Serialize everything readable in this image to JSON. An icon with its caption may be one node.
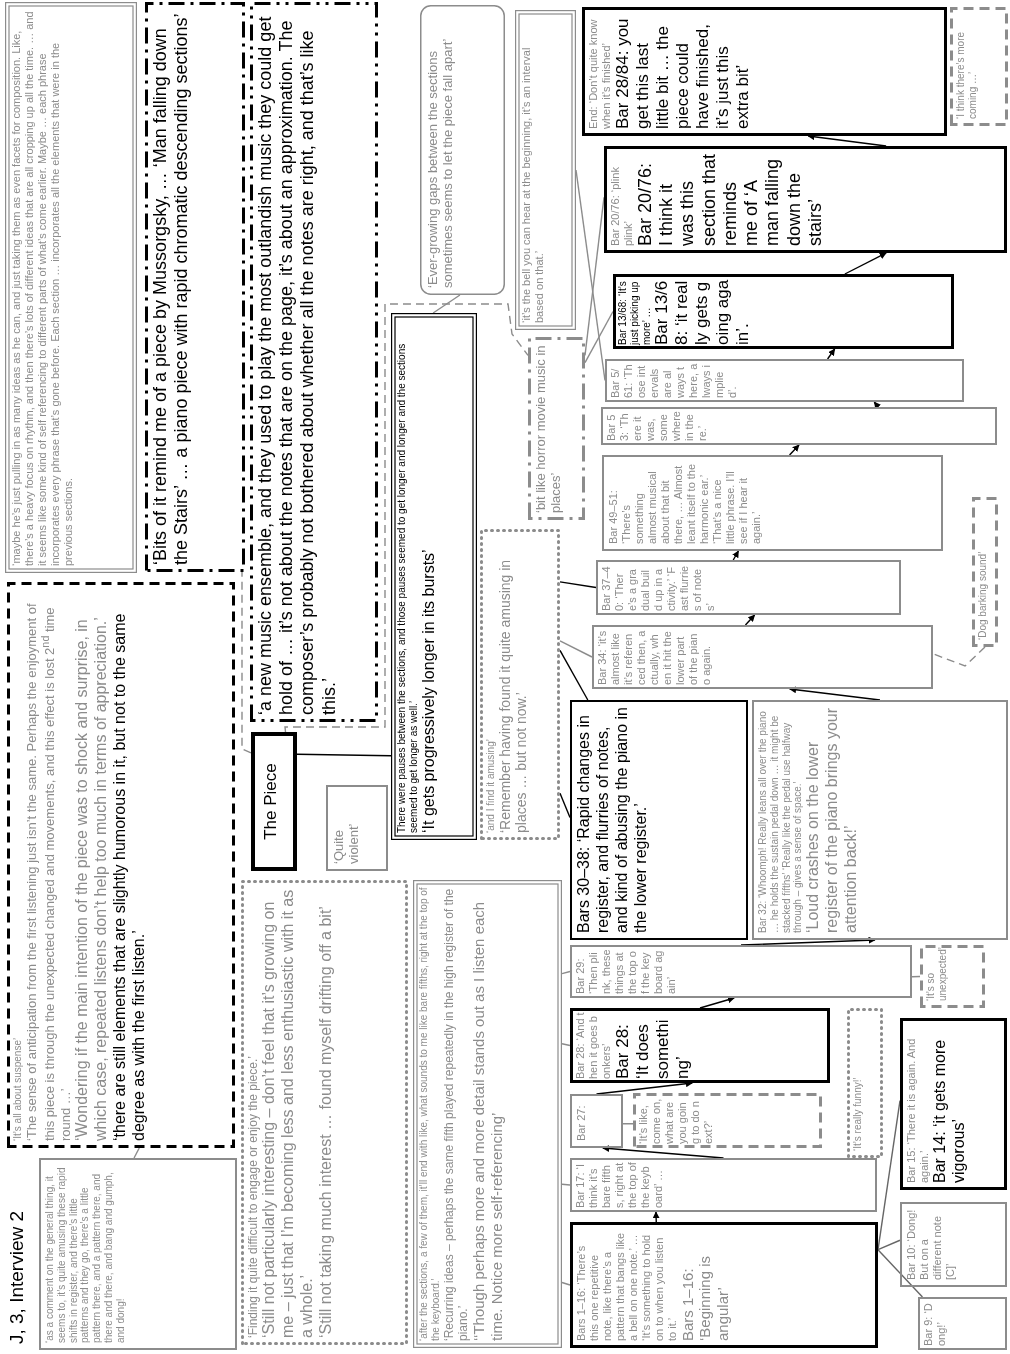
{
  "diagram": {
    "title": "J, 3, Interview 2",
    "nodes": [
      {
        "text": [
          "‘maybe he’s just pulling in as many ideas as he can, and just taking them as even facets for composition. Like, there’s a heavy focus on rhythm, and then there’s lots of different ideas that are all cropping up all the time. … and it seems like some kind of self referencing to different parts of what’s come earlier. Maybe … each phrase incorporates every phrase that’s gone before. Each section … incorporates all the elements that were in the previous sections."
        ]
      },
      {
        "text": [
          "‘Bits of it remind me of a piece by Mussorgsky, … ‘Man falling down the Stairs’ … a piano piece with rapid chromatic descending sections’"
        ]
      },
      {
        "text": [
          "‘a new music ensemble, and they used to play the most outlandish music they could get hold of … it’s not about the notes that are on the page, it’s about an approximation. The composer’s probably not bothered about whether all the notes are right, and that’s like this.’"
        ]
      },
      {
        "text": [
          "‘Ever-growing gaps between the sections sometimes seems to let the piece fall apart’"
        ]
      },
      {
        "text": [
          "‘it’s the bell you can hear at the beginning, it’s an interval based on that.’"
        ]
      },
      {
        "text": [
          "End: ‘Don’t quite know when it’s finished’",
          "Bar 28/84: you get this last little bit … the piece could have finished, it’s just this extra bit’"
        ]
      },
      {
        "text": [
          "‘I think there’s more coming …’"
        ]
      },
      {
        "text": [
          "Bar 20/76: ‘plink plink’",
          "Bar 20/76: I think it was this section that reminds me of ‘A man falling down the stairs’"
        ]
      },
      {
        "text": [
          "Bar 13/68: ‘It’s just picking up more’ …",
          "Bar 13/68: ‘it really gets going again’."
        ]
      },
      {
        "text": [
          "Bar 5/61: ‘Those intervals are always there, always implied’."
        ]
      },
      {
        "text": [
          "Bar 53: ‘There it was, somewhere in there.’"
        ]
      },
      {
        "text": [
          "‘bit like horror movie music in places’"
        ]
      },
      {
        "text": [
          "There were pauses between the sections, and those pauses seemed to get longer and longer and the sections seemed to get longer as well.’",
          "‘It gets progressively longer in its bursts’"
        ]
      },
      {
        "text": [
          "‘and I find it amusing’",
          "‘Remember having found it quite amusing in places … but not now.’"
        ]
      },
      {
        "text": [
          "Bar 49–51: ‘There’s something almost musical about that bit there, … Almost leant itself to the harmonic ear.’ ‘That’s a nice little phrase. I’ll see if I hear it again.’"
        ]
      },
      {
        "text": [
          "Bar 37–40: ‘There’s a gradual build up in activity.’ ‘Fast flurries of notes’"
        ]
      },
      {
        "text": [
          "Bar 34: ‘it’s almost like it’s referenced then, actually, when it hit the lower part of the piano again."
        ]
      },
      {
        "text": [
          "‘Dog barking sound’"
        ]
      },
      {
        "text": [
          "The Piece"
        ]
      },
      {
        "text": [
          "‘Quite violent’"
        ]
      },
      {
        "text": [
          "‘It’s all about suspense’",
          "‘The sense of anticipation from the first listening just isn’t the same. Perhaps the enjoyment of this piece is through the unexpected changed and movements, and this effect is lost 2$^{nd}$ time round …’",
          "‘Wondering if the main intention of the piece was to shock and surprise, in which case, repeated listens don’t help too much in terms of appreciation.’",
          "‘there are still elements that are slightly humorous in it, but not to the same degree as with the first listen.’"
        ]
      },
      {
        "text": [
          "Bars 30–38: ‘Rapid changes in register, and flurries of notes, and kind of abusing the piano in the lower register.’"
        ]
      },
      {
        "text": [
          "Bar 32: ‘Whoomph! Really leans all over the piano … he holds the sustain pedal down … it might be stacked fifths’ ‘Really like the pedal use halfway through – gives a sense of space.’",
          "‘Loud crashes on the lower register of the piano brings your attention back!’"
        ]
      },
      {
        "text": [
          "‘as a comment on the general thing, it seems to, it’s quite amusing these rapid shifts in register, and there’s little patterns and they go, there’s a little pattern there, and a pattern there, and there and there, and bang and gumph, and dong!"
        ]
      },
      {
        "text": [
          "‘Finding it quite difficult to engage or enjoy the piece.’",
          "‘Still not particularly interesting – don’t feel that it’s growing on me – just that I’m becoming less and less enthusiastic with it as a whole.’",
          "‘Still not taking much interest … found myself drifting off a bit’"
        ]
      },
      {
        "text": [
          "‘after the sections, a few of them, it’ll end with like, what sounds to me like bare fifths, right at the top of the keyboard.’",
          "‘Recurring ideas – perhaps the same fifth played repeatedly in the high register of the piano.’",
          "‘‘Though perhaps more and more detail stands out as I listen each time. Notice more self-referencing’"
        ]
      },
      {
        "text": [
          "Bar 29: ‘Then plink, these things at the top of the keyboard again’"
        ]
      },
      {
        "text": [
          "Bar 28: ‘And then it goes bonkers’",
          "Bar 28: ‘It does something’"
        ]
      },
      {
        "text": [
          "‘It’s so unexpected’"
        ]
      },
      {
        "text": [
          "‘It’s really funny!’"
        ]
      },
      {
        "text": [
          "Bar 27:"
        ]
      },
      {
        "text": [
          "‘It’s like, come on, what are you going to do next?’"
        ]
      },
      {
        "text": [
          "Bar 17: ‘I think it’s bare fifths, right at the top of the keyboard’ …"
        ]
      },
      {
        "text": [
          "Bar 15: ‘There it is again. And again.’",
          "Bar 14: ‘it gets more vigorous’"
        ]
      },
      {
        "text": [
          "Bar 10: ‘Dong! But on a different note [C]’"
        ]
      },
      {
        "text": [
          "Bar 9: ‘Dong!’"
        ]
      },
      {
        "text": [
          "Bars 1–16: ‘There’s this one repetitive note, like there’s a pattern that bangs like a bell on one note.’ … ‘It’s something to hold on to when you listen to it.’",
          "Bars 1–16: ‘Beginning is angular’"
        ]
      }
    ],
    "edges": [
      {
        "from": 36,
        "to": 32,
        "arrow": "to"
      },
      {
        "from": 32,
        "to": 30,
        "arrow": "to"
      },
      {
        "from": 30,
        "to": 27,
        "arrow": "to"
      },
      {
        "from": 27,
        "to": 26,
        "arrow": "to"
      },
      {
        "from": 26,
        "to": 22,
        "arrow": "to"
      },
      {
        "from": 22,
        "to": 16,
        "arrow": "to"
      },
      {
        "from": 16,
        "to": 15,
        "arrow": "to"
      },
      {
        "from": 15,
        "to": 14,
        "arrow": "to"
      },
      {
        "from": 14,
        "to": 10,
        "arrow": "to"
      },
      {
        "from": 10,
        "to": 9,
        "arrow": "to"
      },
      {
        "from": 9,
        "to": 8,
        "arrow": "to"
      },
      {
        "from": 8,
        "to": 7,
        "arrow": "to"
      },
      {
        "from": 7,
        "to": 5,
        "arrow": "to"
      },
      {
        "from": 36,
        "to": 33,
        "arrow": "none",
        "color": "#666666"
      },
      {
        "from": 36,
        "to": 34,
        "arrow": "none",
        "color": "#666666"
      },
      {
        "from": 36,
        "to": 35,
        "arrow": "none",
        "color": "#666666"
      },
      {
        "from": 23,
        "to": 20,
        "arrow": "none",
        "color": "#8c8c8c"
      },
      {
        "from": 4,
        "to": 9,
        "arrow": "none",
        "color": "#8c8c8c"
      },
      {
        "from": 11,
        "to": 8,
        "arrow": "none",
        "color": "#8c8c8c"
      },
      {
        "from": 11,
        "to": 7,
        "arrow": "none",
        "color": "#8c8c8c"
      },
      {
        "from": 13,
        "to": 21,
        "arrow": "none"
      },
      {
        "from": 13,
        "to": 21,
        "arrow": "none"
      },
      {
        "from": 13,
        "to": 15,
        "arrow": "none"
      },
      {
        "from": 13,
        "to": 16,
        "arrow": "none",
        "color": "#8c8c8c"
      },
      {
        "from": 25,
        "to": 26,
        "arrow": "none",
        "color": "#8c8c8c"
      },
      {
        "from": 25,
        "to": 27,
        "arrow": "none",
        "color": "#8c8c8c"
      },
      {
        "from": 25,
        "to": 32,
        "arrow": "none",
        "color": "#8c8c8c"
      },
      {
        "from": 25,
        "to": 36,
        "arrow": "none",
        "color": "#8c8c8c"
      },
      {
        "from": 31,
        "to": 30,
        "arrow": "none",
        "color": "#8c8c8c"
      },
      {
        "from": 17,
        "to": 16,
        "arrow": "none",
        "style": "dashed",
        "color": "#8c8c8c"
      },
      {
        "from": 18,
        "to": 12,
        "arrow": "none"
      },
      {
        "from": 18,
        "to": 1,
        "arrow": "none",
        "style": "dashed",
        "color": "#8c8c8c"
      },
      {
        "from": 18,
        "to": 11,
        "arrow": "none",
        "style": "dashed",
        "color": "#8c8c8c"
      },
      {
        "from": 28,
        "to": 26,
        "arrow": "none",
        "style": "dashed",
        "color": "#8c8c8c"
      },
      {
        "from": 3,
        "to": 12,
        "arrow": "none",
        "color": "#8c8c8c"
      }
    ]
  }
}
